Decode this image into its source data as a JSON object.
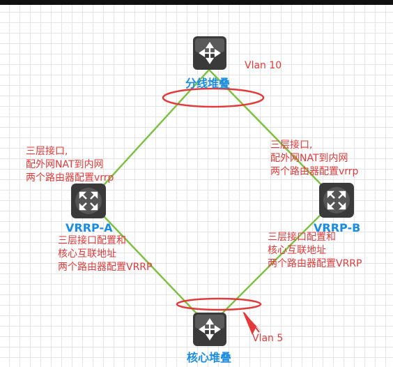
{
  "nodes": {
    "top": {
      "label": "分线堆叠",
      "icon": "l3-switch-icon"
    },
    "left": {
      "label": "VRRP-A",
      "icon": "router-icon"
    },
    "right": {
      "label": "VRRP-B",
      "icon": "router-icon"
    },
    "bottom": {
      "label": "核心堆叠",
      "icon": "l3-switch-icon"
    }
  },
  "vlans": {
    "top": "Vlan 10",
    "bottom": "Vlan 5"
  },
  "notes": {
    "left_upper": [
      "三层接口,",
      "配外网NAT到内网",
      "两个路由器配置vrrp"
    ],
    "right_upper": [
      "三层接口,",
      "配外网NAT到内网",
      "两个路由器配置vrrp"
    ],
    "left_lower": [
      "三层接口配置和",
      "核心互联地址",
      "两个路由器配置VRRP"
    ],
    "right_lower": [
      "三层接口配置和",
      "核心互联地址",
      "两个路由器配置VRRP"
    ]
  },
  "colors": {
    "link": "#7dc142",
    "ellipse": "#e23a3a",
    "label": "#1a8de0",
    "note": "#e23a3a"
  }
}
